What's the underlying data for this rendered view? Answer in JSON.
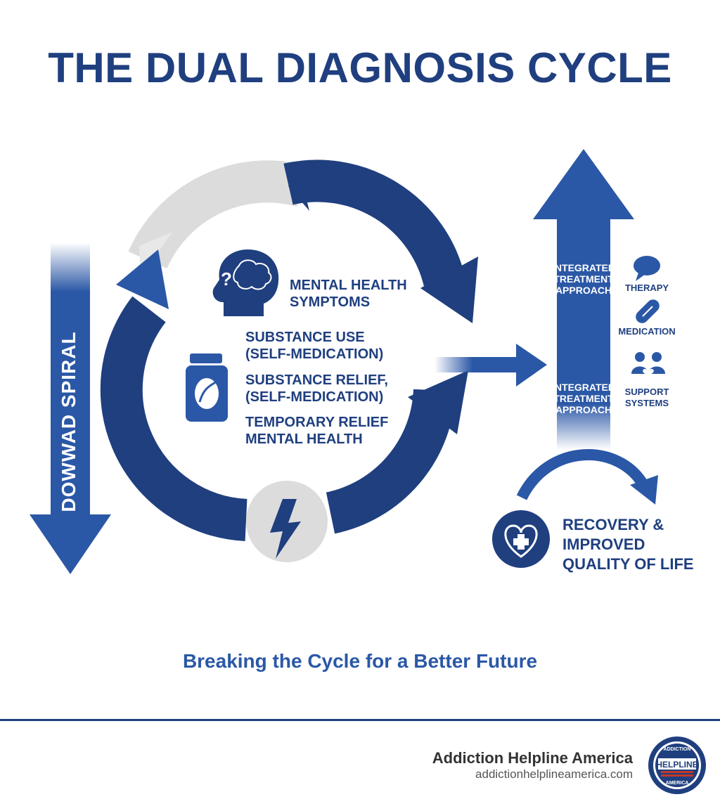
{
  "title": "THE DUAL DIAGNOSIS CYCLE",
  "cycle": {
    "mental_health": [
      "MENTAL HEALTH",
      "SYMPTOMS"
    ],
    "substance_use": [
      "SUBSTANCE USE",
      "(SELF-MEDICATION)"
    ],
    "substance_relief": [
      "SUBSTANCE RELIEF,",
      "(SELF-MEDICATION)"
    ],
    "temporary_relief": [
      "TEMPORARY RELIEF",
      "MENTAL HEALTH"
    ]
  },
  "spiral_label": "DOWWAD SPIRAL",
  "treatment": {
    "top_label": [
      "INTEGRATED",
      "TREATMENT",
      "APPROACH"
    ],
    "bottom_label": [
      "INTEGRATED",
      "TREATMENT",
      "APPROACH"
    ],
    "tools": [
      {
        "label": [
          "THERAPY"
        ],
        "icon": "speech-bubble-icon"
      },
      {
        "label": [
          "MEDICATION"
        ],
        "icon": "pill-icon"
      },
      {
        "label": [
          "SUPPORT",
          "SYSTEMS"
        ],
        "icon": "people-heart-icon"
      }
    ]
  },
  "recovery": [
    "RECOVERY &",
    "IMPROVED",
    "QUALITY OF LIFE"
  ],
  "tagline": "Breaking the Cycle for a Better Future",
  "footer": {
    "org_name": "Addiction Helpline America",
    "org_url": "addictionhelplineamerica.com",
    "seal_text": {
      "top": "ADDICTION",
      "middle": "HELPLINE",
      "bottom": "AMERICA"
    }
  },
  "colors": {
    "navy": "#1f3f7f",
    "blue": "#2b58a6",
    "light_gray": "#dcdcdc",
    "white": "#ffffff"
  }
}
